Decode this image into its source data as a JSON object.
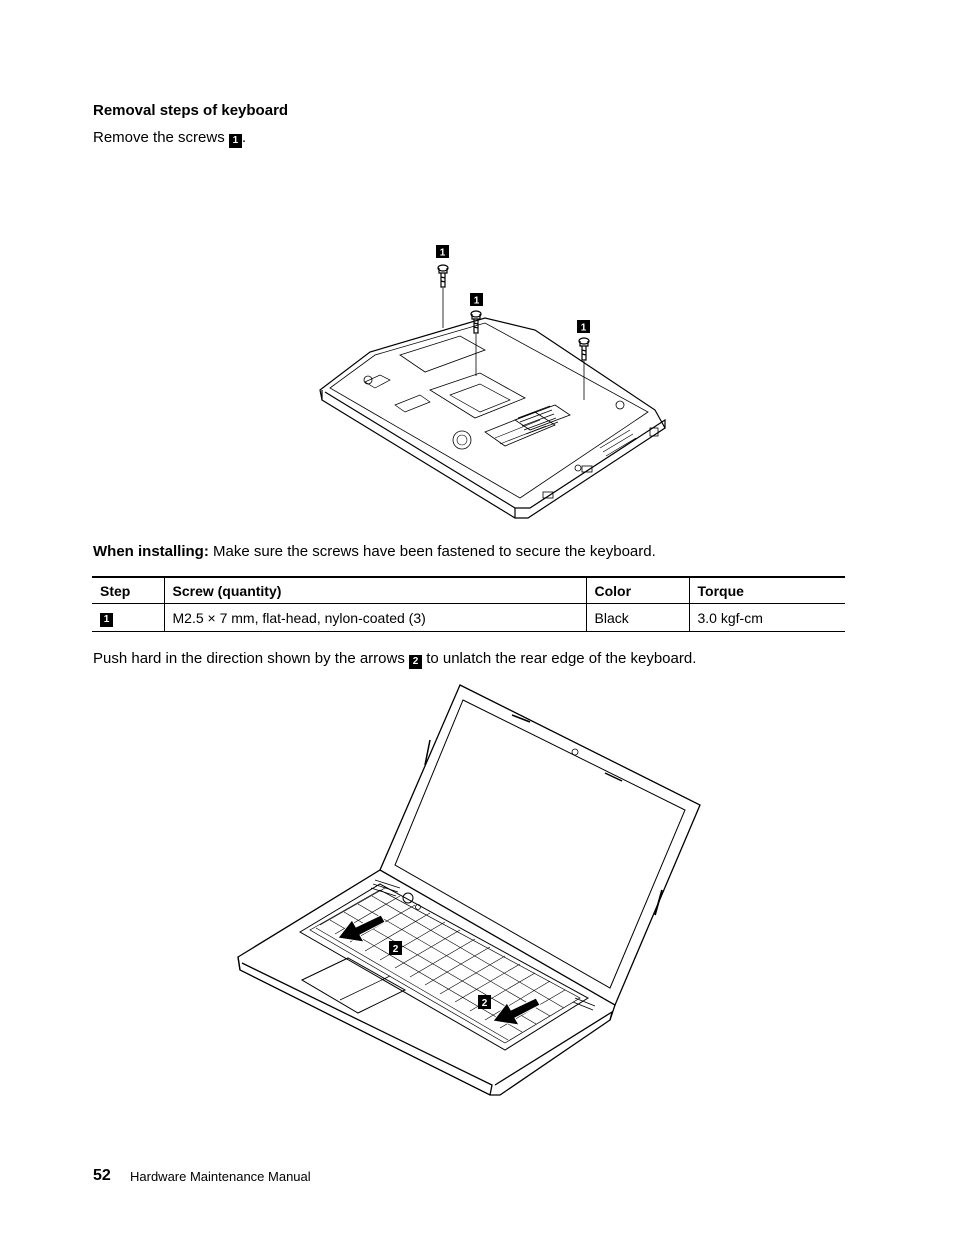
{
  "section": {
    "heading": "Removal steps of keyboard",
    "step1_text": "Remove the screws",
    "step1_punct": ".",
    "badge1": "1",
    "badge2": "2"
  },
  "figure1": {
    "callouts": [
      "1",
      "1",
      "1"
    ]
  },
  "install_note": {
    "label": "When installing:",
    "text": "Make sure the screws have been fastened to secure the keyboard."
  },
  "screw_table": {
    "headers": [
      "Step",
      "Screw (quantity)",
      "Color",
      "Torque"
    ],
    "rows": [
      {
        "step": "1",
        "screw": "M2.5 × 7 mm, flat-head, nylon-coated (3)",
        "color": "Black",
        "torque": "3.0 kgf-cm"
      }
    ]
  },
  "step2": {
    "text_before": "Push hard in the direction shown by the arrows",
    "text_after": "to unlatch the rear edge of the keyboard."
  },
  "figure2": {
    "callouts": [
      "2",
      "2"
    ]
  },
  "footer": {
    "page_number": "52",
    "title": "Hardware Maintenance Manual"
  }
}
